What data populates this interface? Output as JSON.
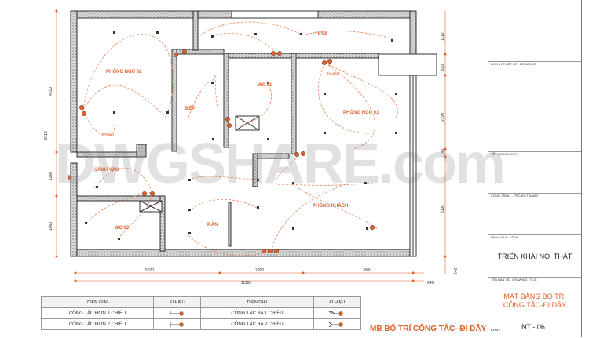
{
  "rooms": {
    "bedroom2": "PHÒNG NGỦ 02",
    "kitchen": "BẾP",
    "wc1": "WC 01",
    "loggia": "LOGIA",
    "bedroom1": "PHÒNG NGỦ 01",
    "hall": "SẢNH VÀO",
    "dining": "P.ĂN",
    "living": "PHÒNG KHÁCH",
    "wc2": "WC 02"
  },
  "height_notes": [
    "H=450",
    "H=450"
  ],
  "dims": {
    "bottom_left": "5020",
    "bottom_total": "11160",
    "bottom_mid": "2900",
    "bottom_right": "3000",
    "bottom_end": "240",
    "left": [
      "4010",
      "8118",
      "1260",
      "1060"
    ],
    "right": [
      "1110",
      "820",
      "2100",
      "140",
      "3100",
      "240"
    ]
  },
  "legend": {
    "headers": [
      "DIỄN GIẢI",
      "KÍ HIỆU",
      "DIỄN GIẢI",
      "KÍ HIỆU"
    ],
    "rows": [
      [
        "CÔNG TẮC ĐƠN 1 CHIỀU",
        "CÔNG TẮC BA 1 CHIỀU"
      ],
      [
        "CÔNG TẮC ĐƠN 2 CHIỀU",
        "CÔNG TẮC BA 2 CHIỀU"
      ]
    ]
  },
  "drawing_title": "MB BỐ TRÍ CÔNG TẮC- ĐI DÂY",
  "watermark": "DWGSHARE.com",
  "title_block": {
    "designer": "ĐƠN VỊ THIẾT KẾ - DESIGNER",
    "drawn_by": "VẼ - DRAWING BY:",
    "project": "CÔNG TRÌNH - PROJECT NAME:",
    "item": "HẠNG MỤC - ITEM:",
    "item_value": "TRIỂN KHAI NỘI THẤT",
    "drawing_name": "TÊN BẢN VẼ - DRAWING TITLE:",
    "drawing_value_1": "MẶT BẰNG BỐ TRÍ",
    "drawing_value_2": "CÔNG TẮC-ĐI DÂY",
    "sheet_label": "KHBV",
    "sheet_no": "NT - 06"
  },
  "colors": {
    "accent": "#e0602a",
    "wire": "#e8865a",
    "wall": "#3a3a3a"
  }
}
